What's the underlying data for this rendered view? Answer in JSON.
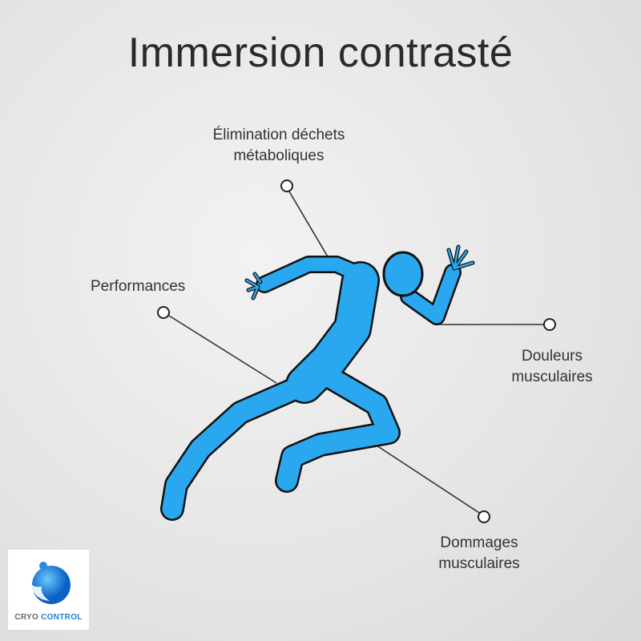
{
  "title": "Immersion contrasté",
  "labels": {
    "elimination": [
      "Élimination déchets",
      "métaboliques"
    ],
    "performances": "Performances",
    "douleurs": [
      "Douleurs",
      "musculaires"
    ],
    "dommages": [
      "Dommages",
      "musculaires"
    ]
  },
  "logo": {
    "word1": "CRYO",
    "word2": "CONTROL"
  },
  "colors": {
    "figure": "#29a8f0",
    "outline": "#111111",
    "brand_blue": "#1a7fd4",
    "brand_grey": "#666666"
  }
}
